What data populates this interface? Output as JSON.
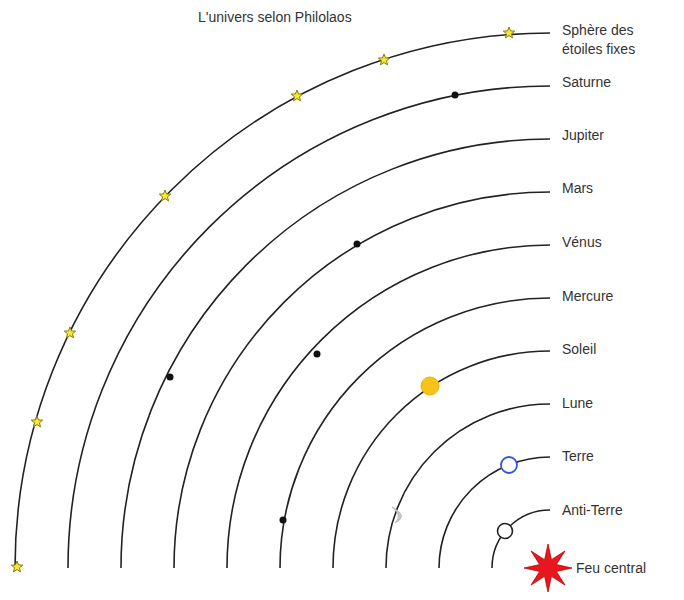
{
  "diagram": {
    "title": "L'univers selon Philolaos",
    "labels": [
      "Sphère des étoiles fixes",
      "Saturne",
      "Jupiter",
      "Mars",
      "Vénus",
      "Mercure",
      "Soleil",
      "Lune",
      "Terre",
      "Anti-Terre",
      "Feu central"
    ]
  }
}
